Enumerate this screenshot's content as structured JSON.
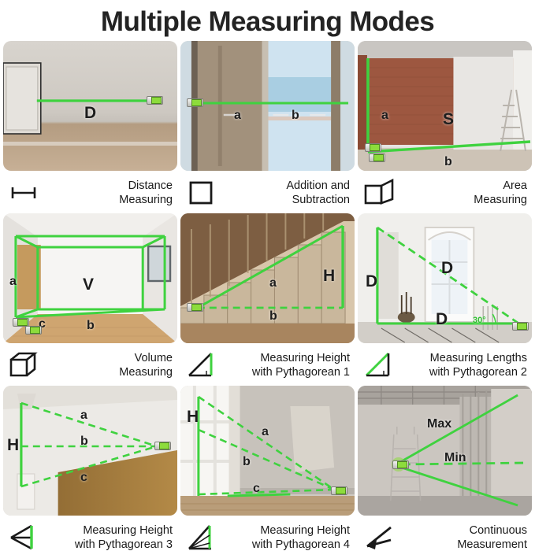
{
  "header": {
    "title": "Multiple Measuring Modes"
  },
  "theme": {
    "laser_green": "#3fd23f",
    "laser_green_dark": "#2fb52f",
    "text": "#1a1a1a",
    "title_color": "#232323"
  },
  "cards": [
    {
      "id": "distance-measuring",
      "title_line1": "Distance",
      "title_line2": "Measuring",
      "icon": "distance-line-icon",
      "labels": [
        "D"
      ]
    },
    {
      "id": "addition-and-subtraction",
      "title_line1": "Addition and",
      "title_line2": "Subtraction",
      "icon": "square-icon",
      "labels": [
        "a",
        "b"
      ]
    },
    {
      "id": "area-measuring",
      "title_line1": "Area",
      "title_line2": "Measuring",
      "icon": "open-panel-icon",
      "labels": [
        "a",
        "S",
        "b"
      ]
    },
    {
      "id": "volume-measuring",
      "title_line1": "Volume",
      "title_line2": "Measuring",
      "icon": "cube-icon",
      "labels": [
        "a",
        "c",
        "V",
        "b"
      ]
    },
    {
      "id": "measuring-height-pythagorean-1",
      "title_line1": "Measuring Height",
      "title_line2": "with Pythagorean 1",
      "icon": "right-triangle-1-icon",
      "labels": [
        "a",
        "b",
        "H"
      ]
    },
    {
      "id": "measuring-lengths-pythagorean-2",
      "title_line1": "Measuring Lengths",
      "title_line2": "with Pythagorean 2",
      "icon": "right-triangle-2-icon",
      "labels": [
        "D",
        "D",
        "D",
        "30°"
      ]
    },
    {
      "id": "measuring-height-pythagorean-3",
      "title_line1": "Measuring Height",
      "title_line2": "with Pythagorean 3",
      "icon": "left-arrow-triangle-icon",
      "labels": [
        "H",
        "a",
        "b",
        "c"
      ]
    },
    {
      "id": "measuring-height-pythagorean-4",
      "title_line1": "Measuring Height",
      "title_line2": "with Pythagorean 4",
      "icon": "triangle-rays-icon",
      "labels": [
        "H",
        "a",
        "b",
        "c"
      ]
    },
    {
      "id": "continuous-measurement",
      "title_line1": "Continuous",
      "title_line2": "Measurement",
      "icon": "angle-arrow-icon",
      "labels": [
        "Max",
        "Min"
      ]
    }
  ]
}
